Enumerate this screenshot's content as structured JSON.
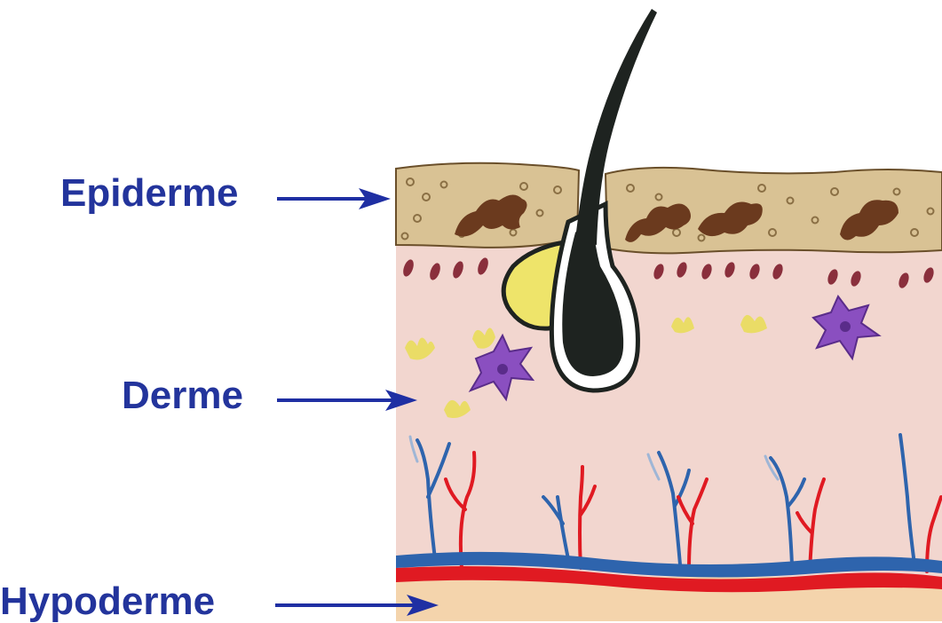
{
  "labels": {
    "epidermis": "Epiderme",
    "dermis": "Derme",
    "hypodermis": "Hypoderme"
  },
  "colors": {
    "label_text": "#23349c",
    "arrow": "#1f2fa3",
    "epidermis": "#d9c294",
    "melanocyte": "#6b3a1e",
    "dermis": "#f2d6cf",
    "hypodermis": "#f4d4ac",
    "hair": "#1e2320",
    "sebaceous_gland": "#eee46a",
    "vein": "#2e64ad",
    "artery": "#e01a22",
    "immune_cell": "#8a4fc0"
  }
}
